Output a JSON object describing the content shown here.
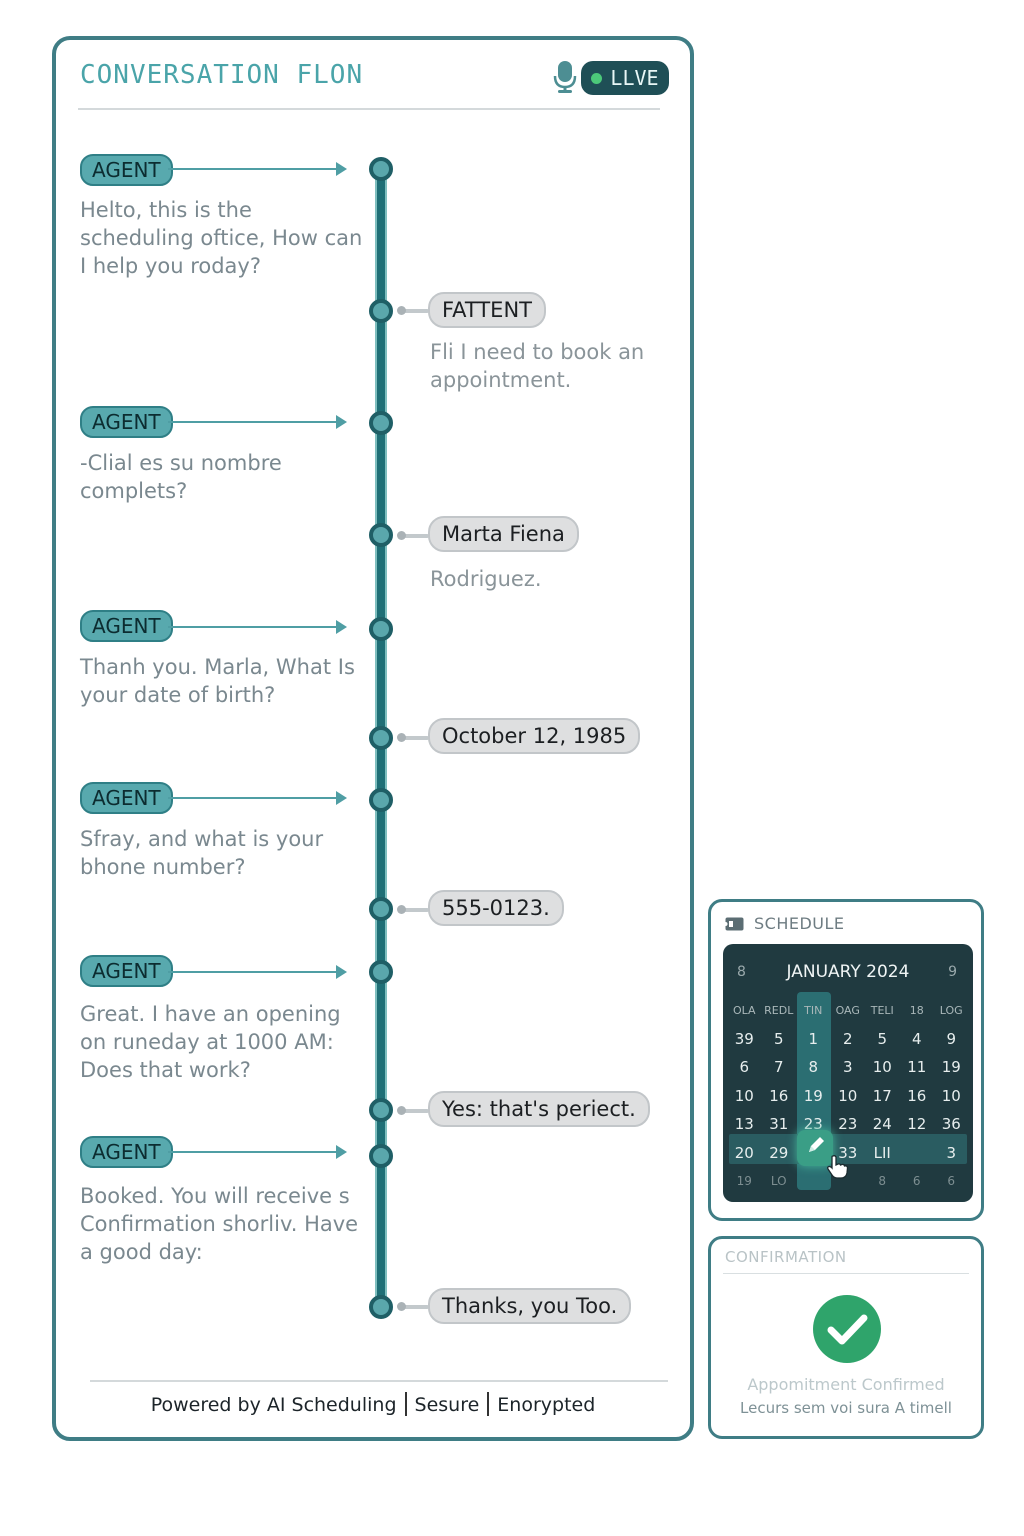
{
  "header": {
    "title": "CONVERSATION  FLON",
    "live_label": "LLVE",
    "mic_icon": "microphone-icon"
  },
  "conversation": {
    "agent_label": "AGENT",
    "messages": [
      {
        "speaker": "agent",
        "text": "Helto, this is the scheduling oftice, How can I help you roday?"
      },
      {
        "speaker": "patient",
        "label": "FATTENT",
        "text": "Fli I need to book an appointment."
      },
      {
        "speaker": "agent",
        "text": "-Clial es su nombre complets?"
      },
      {
        "speaker": "patient",
        "label": "Marta Fiena",
        "text": "Rodriguez."
      },
      {
        "speaker": "agent",
        "text": "Thanh you. Marla, What Is your date of birth?"
      },
      {
        "speaker": "patient",
        "label": "October 12, 1985"
      },
      {
        "speaker": "agent",
        "text": "Sfray, and what is your bhone number?"
      },
      {
        "speaker": "patient",
        "label": "555-0123."
      },
      {
        "speaker": "agent",
        "text": "Great. I have an opening on runeday at 1000 AM: Does that work?"
      },
      {
        "speaker": "patient",
        "label": "Yes: that's periect."
      },
      {
        "speaker": "agent",
        "text": "Booked. You will receive s Confirmation shorliv. Have a good day:"
      },
      {
        "speaker": "patient",
        "label": "Thanks, you Too."
      }
    ]
  },
  "footer": {
    "powered": "Powered by AI Scheduling",
    "secure": "Sesure",
    "encrypted": "Enorypted"
  },
  "schedule": {
    "title": "SCHEDULE",
    "icon": "ticket-icon",
    "month": "JANUARY 2024",
    "prev": "8",
    "next": "9",
    "days_of_week": [
      "OLA",
      "REDL",
      "TIN",
      "OAG",
      "TELI",
      "18",
      "LOG"
    ],
    "weeks": [
      [
        "39",
        "5",
        "1",
        "2",
        "5",
        "4",
        "9"
      ],
      [
        "6",
        "7",
        "8",
        "3",
        "10",
        "11",
        "19"
      ],
      [
        "10",
        "16",
        "19",
        "10",
        "17",
        "16",
        "10"
      ],
      [
        "13",
        "31",
        "23",
        "23",
        "24",
        "12",
        "36"
      ],
      [
        "20",
        "29",
        "",
        "33",
        "LII",
        "",
        "3"
      ],
      [
        "19",
        "LO",
        "",
        "",
        "8",
        "6",
        "6"
      ]
    ],
    "selected_icon": "pen-icon",
    "cursor_icon": "hand-cursor-icon"
  },
  "confirmation": {
    "title": "CONFIRMATION",
    "status": "Appomitment Confirmed",
    "subtext": "Lecurs sem voi sura A timell",
    "check_icon": "check-circle-icon"
  },
  "colors": {
    "teal_border": "#3f7d85",
    "teal_accent": "#4aa4a9",
    "timeline": "#1f6f76",
    "live_badge": "#1f4f56",
    "confirm_green": "#2fa46b"
  }
}
